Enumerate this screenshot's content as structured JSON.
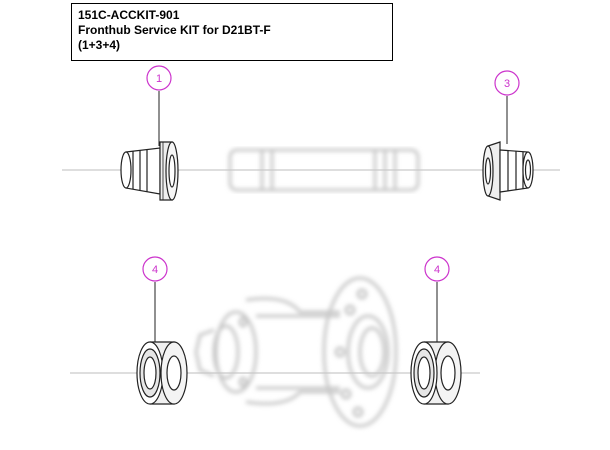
{
  "kit": {
    "code": "151C-ACCKIT-901",
    "description": "Fronthub Service KIT for D21BT-F",
    "contents": "(1+3+4)"
  },
  "callouts": [
    "1",
    "3",
    "4",
    "4"
  ],
  "colors": {
    "callout": "#cc33cc",
    "line": "#222222",
    "ghost": "#cfcfcf",
    "centerline": "#bdbdbd"
  }
}
